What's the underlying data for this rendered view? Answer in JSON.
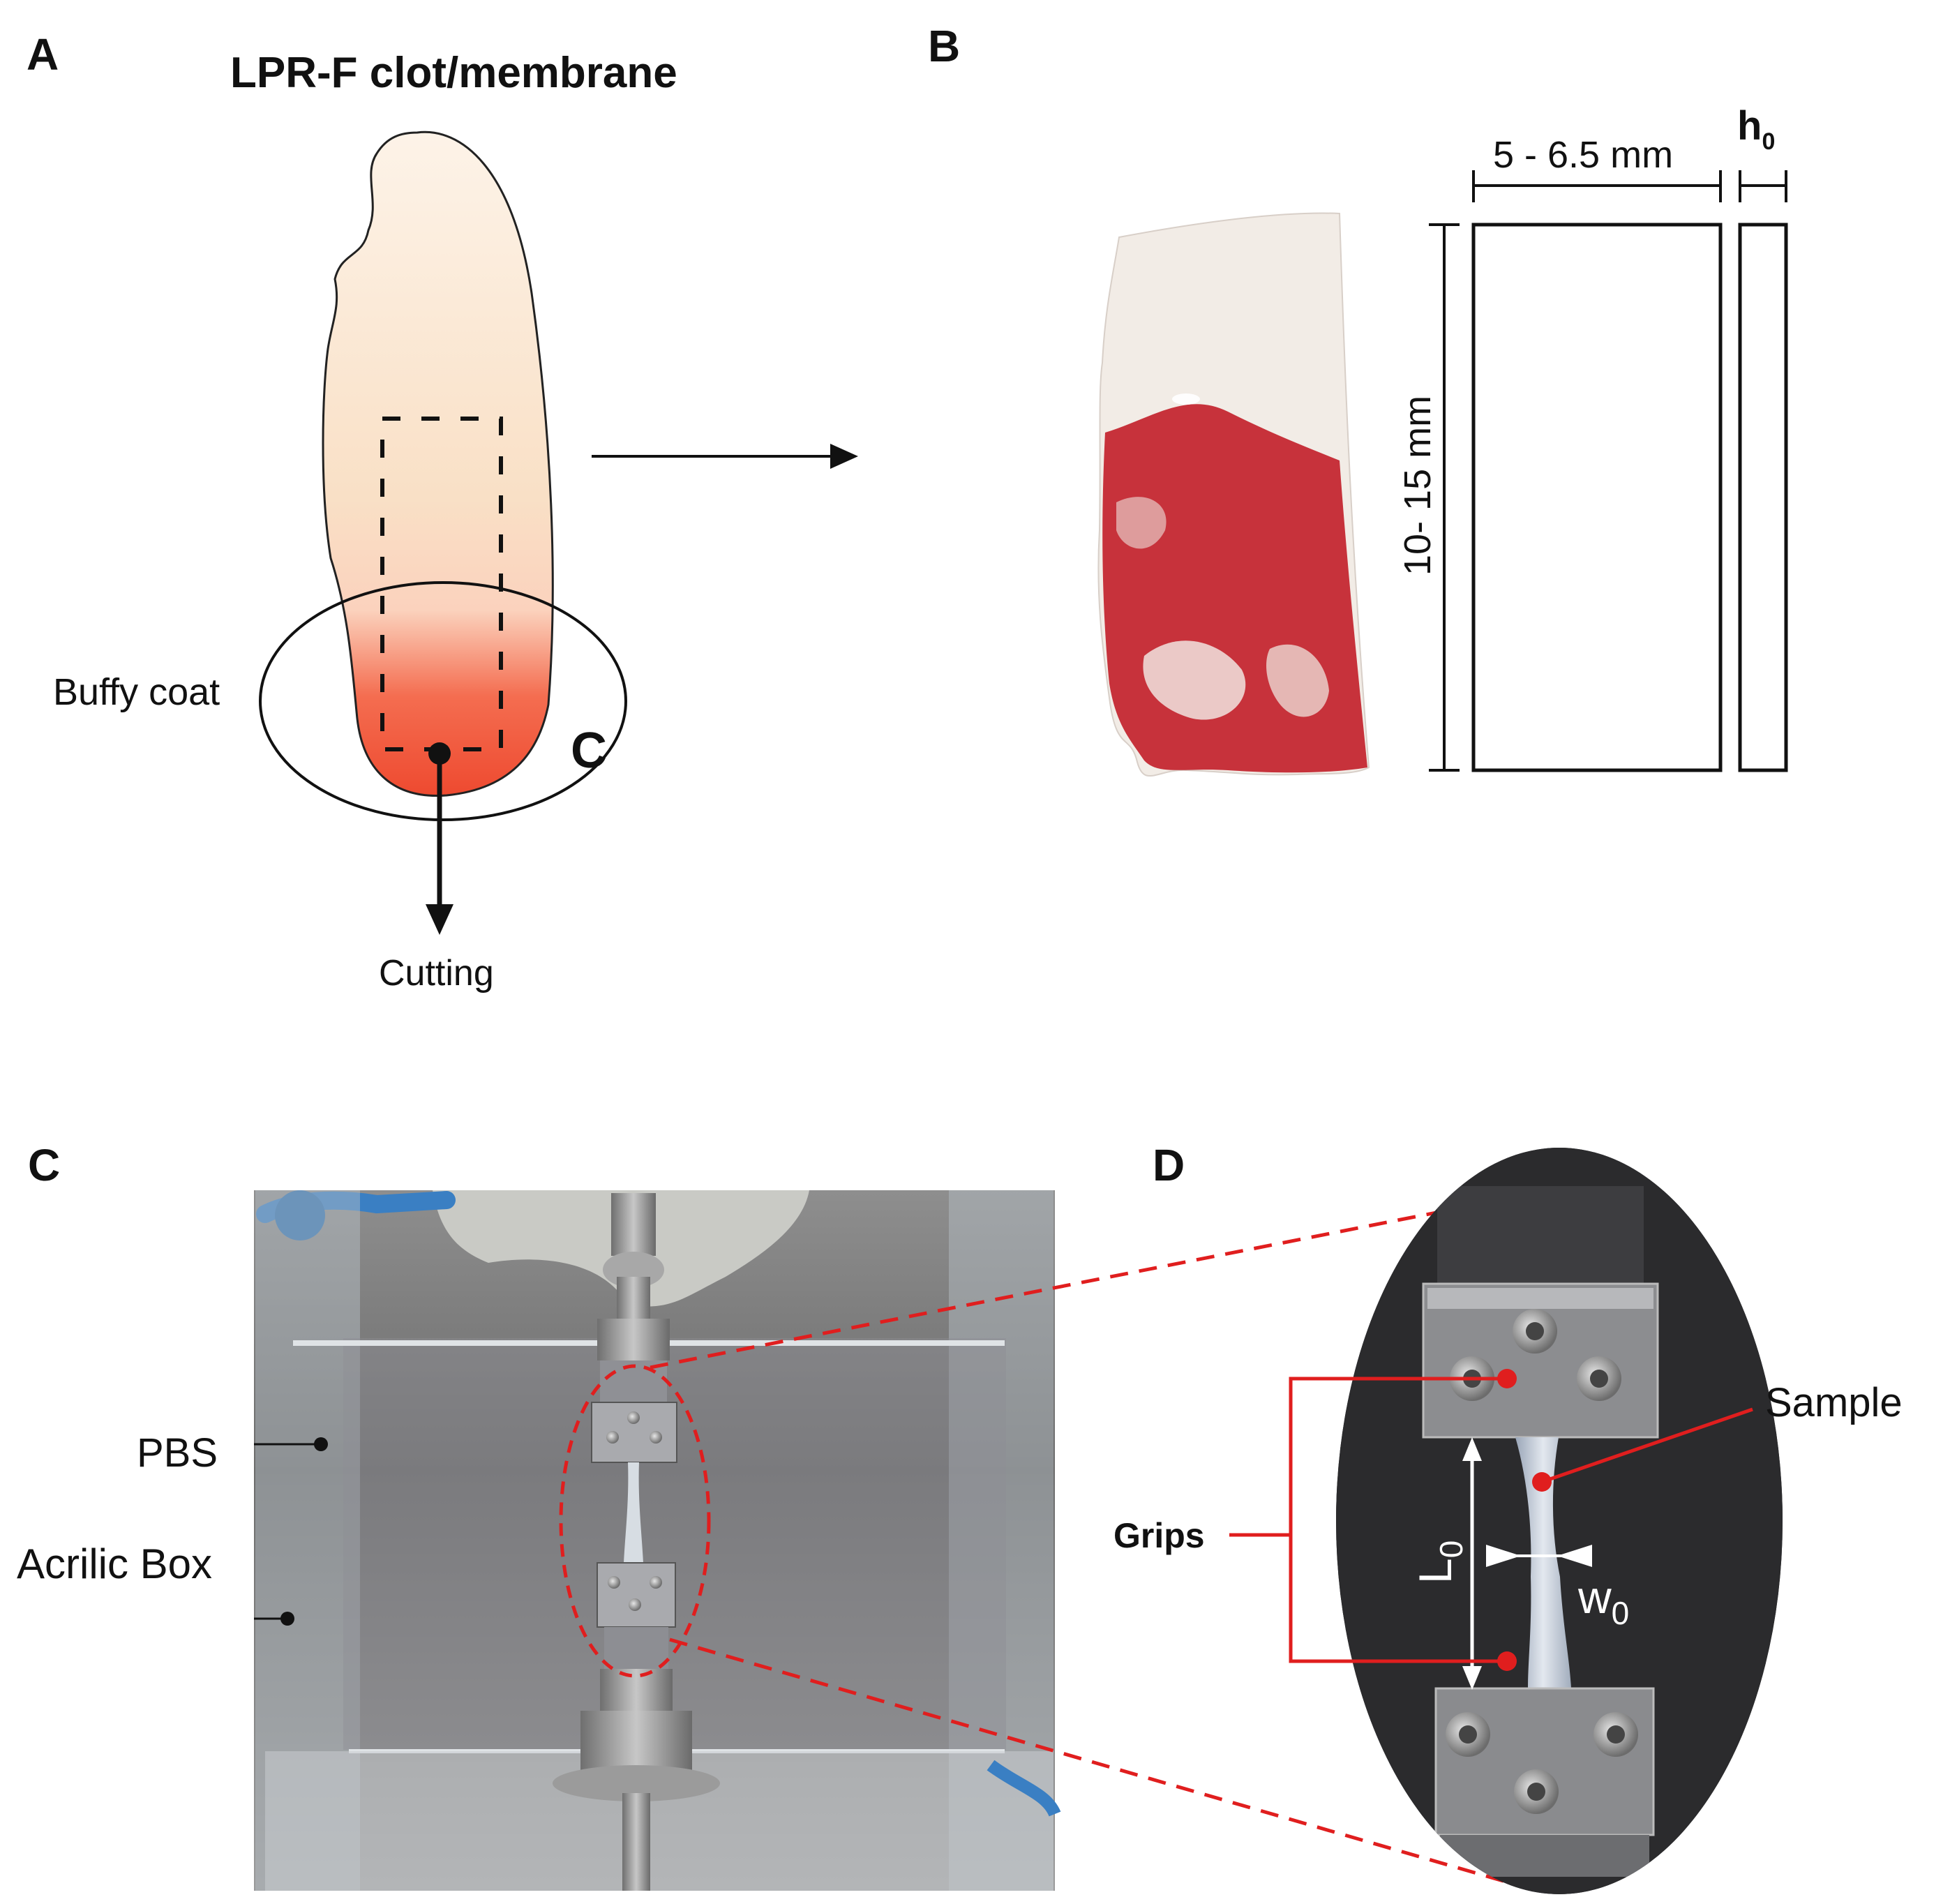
{
  "panels": {
    "A": {
      "letter": "A",
      "title": "LPR-F  clot/membrane",
      "buffy_coat": "Buffy coat",
      "region_letter": "C",
      "cutting": "Cutting"
    },
    "B": {
      "letter": "B",
      "width_label": "5 - 6.5 mm",
      "length_label": "10- 15 mm",
      "thickness_label": "h",
      "thickness_sub": "0"
    },
    "C": {
      "letter": "C",
      "pbs": "PBS",
      "acrylic_box": "Acrilic Box"
    },
    "D": {
      "letter": "D",
      "sample": "Sample",
      "grips": "Grips",
      "length": "L",
      "length_sub": "0",
      "width": "w",
      "width_sub": "0"
    }
  },
  "colors": {
    "clot_top": "#fdf1e4",
    "clot_mid": "#f8dcc0",
    "clot_bottom": "#f05a3c",
    "callout_red": "#e01e1e",
    "blood": "#c41f2a"
  }
}
